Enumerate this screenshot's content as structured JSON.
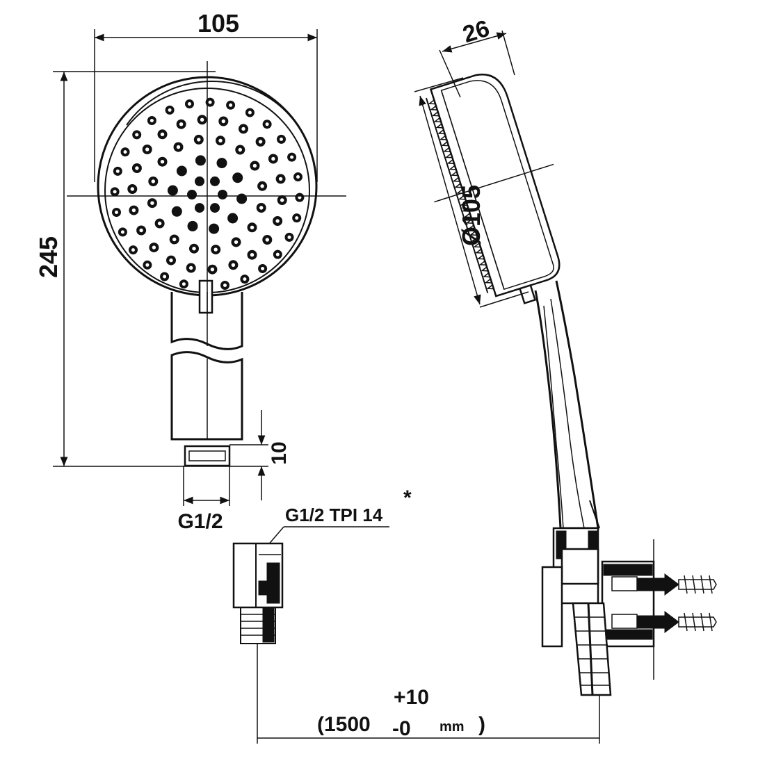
{
  "dimensions": {
    "head_width": "105",
    "total_length": "245",
    "connector_length": "10",
    "connector_thread": "G1/2",
    "head_depth": "26",
    "head_diameter": "Ø105",
    "hose_thread": "G1/2 TPI 14",
    "hose_thread_mark": "*",
    "hose_length_open": "(1500",
    "hose_tol_plus": "+10",
    "hose_tol_minus": "-0",
    "hose_unit": "mm",
    "hose_length_close": ")"
  }
}
